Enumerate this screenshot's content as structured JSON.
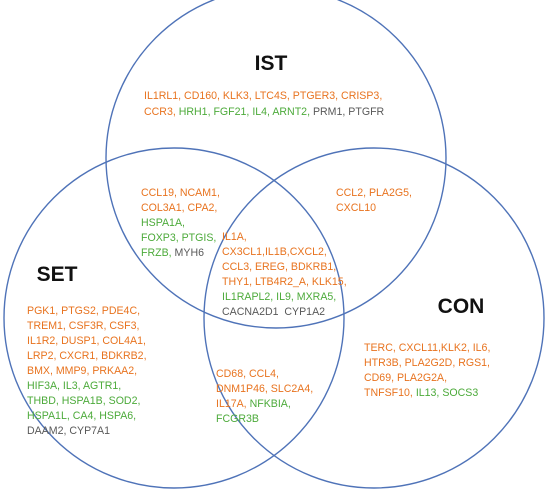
{
  "colors": {
    "orange": "#e8731f",
    "green": "#4caa3a",
    "gray": "#595959",
    "circle": "#4f73b8"
  },
  "sets": {
    "ist": "IST",
    "set": "SET",
    "con": "CON"
  },
  "regions": {
    "ist_only": [
      [
        {
          "t": "IL1RL1, CD160, KLK3, LTC4S, PTGER3, CRISP3,",
          "c": "orange"
        }
      ],
      [
        {
          "t": "CCR3, ",
          "c": "orange"
        },
        {
          "t": "HRH1, FGF21, IL4, ARNT2, ",
          "c": "green"
        },
        {
          "t": "PRM1, PTGFR",
          "c": "gray"
        }
      ]
    ],
    "ist_set": [
      [
        {
          "t": "CCL19, NCAM1,",
          "c": "orange"
        }
      ],
      [
        {
          "t": "COL3A1, CPA2,",
          "c": "orange"
        }
      ],
      [
        {
          "t": "HSPA1A,",
          "c": "green"
        }
      ],
      [
        {
          "t": "FOXP3, PTGIS,",
          "c": "green"
        }
      ],
      [
        {
          "t": "FRZB, ",
          "c": "green"
        },
        {
          "t": "MYH6",
          "c": "gray"
        }
      ]
    ],
    "ist_con": [
      [
        {
          "t": "CCL2, PLA2G5,",
          "c": "orange"
        }
      ],
      [
        {
          "t": "CXCL10",
          "c": "orange"
        }
      ]
    ],
    "center": [
      [
        {
          "t": "IL1A,",
          "c": "orange"
        }
      ],
      [
        {
          "t": "CX3CL1,IL1B,CXCL2,",
          "c": "orange"
        }
      ],
      [
        {
          "t": "CCL3, EREG, BDKRB1,",
          "c": "orange"
        }
      ],
      [
        {
          "t": "THY1, LTB4R2_A, KLK15,",
          "c": "orange"
        }
      ],
      [
        {
          "t": "IL1RAPL2, IL9, MXRA5,",
          "c": "green"
        }
      ],
      [
        {
          "t": "CACNA2D1  CYP1A2",
          "c": "gray"
        }
      ]
    ],
    "set_only": [
      [
        {
          "t": "PGK1, PTGS2, PDE4C,",
          "c": "orange"
        }
      ],
      [
        {
          "t": "TREM1, CSF3R, CSF3,",
          "c": "orange"
        }
      ],
      [
        {
          "t": "IL1R2, DUSP1, COL4A1,",
          "c": "orange"
        }
      ],
      [
        {
          "t": "LRP2, CXCR1, BDKRB2,",
          "c": "orange"
        }
      ],
      [
        {
          "t": "BMX, MMP9, PRKAA2,",
          "c": "orange"
        }
      ],
      [
        {
          "t": "HIF3A, IL3, AGTR1,",
          "c": "green"
        }
      ],
      [
        {
          "t": "THBD, HSPA1B, SOD2,",
          "c": "green"
        }
      ],
      [
        {
          "t": "HSPA1L, CA4, HSPA6,",
          "c": "green"
        }
      ],
      [
        {
          "t": "DAAM2, CYP7A1",
          "c": "gray"
        }
      ]
    ],
    "set_con": [
      [
        {
          "t": "CD68, CCL4,",
          "c": "orange"
        }
      ],
      [
        {
          "t": "DNM1P46, SLC2A4,",
          "c": "orange"
        }
      ],
      [
        {
          "t": "IL17A, ",
          "c": "orange"
        },
        {
          "t": "NFKBIA,",
          "c": "green"
        }
      ],
      [
        {
          "t": "FCGR3B",
          "c": "green"
        }
      ]
    ],
    "con_only": [
      [
        {
          "t": "TERC, CXCL11,KLK2, IL6,",
          "c": "orange"
        }
      ],
      [
        {
          "t": "HTR3B, PLA2G2D, RGS1,",
          "c": "orange"
        }
      ],
      [
        {
          "t": "CD69, PLA2G2A,",
          "c": "orange"
        }
      ],
      [
        {
          "t": "TNFSF10, ",
          "c": "orange"
        },
        {
          "t": "IL13, SOCS3",
          "c": "green"
        }
      ]
    ]
  }
}
